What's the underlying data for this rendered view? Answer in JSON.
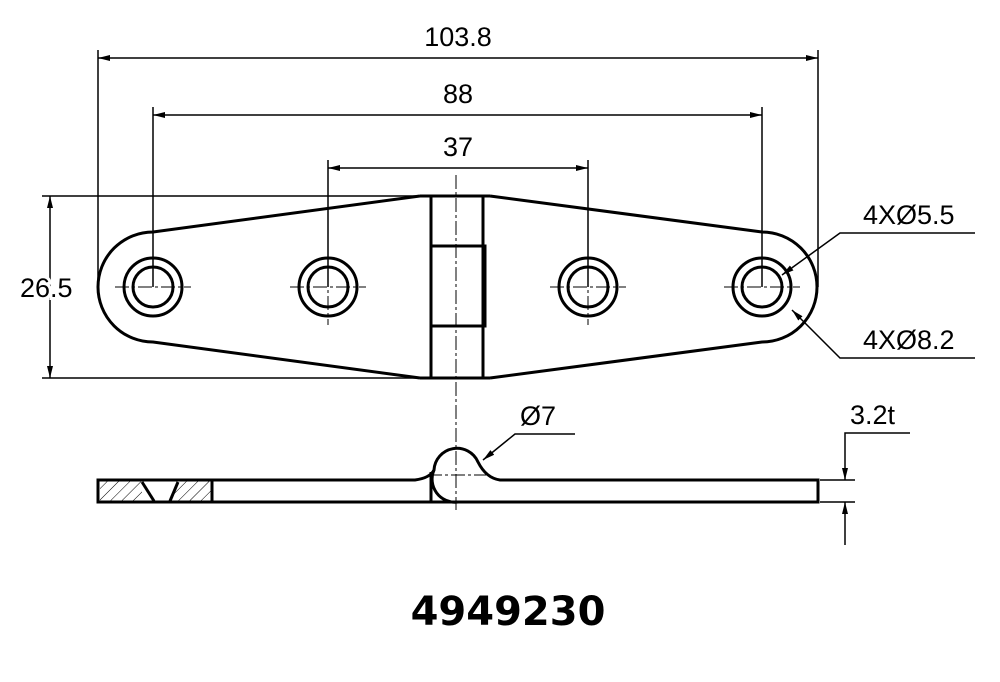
{
  "dimensions": {
    "overall_length": "103.8",
    "hole_span_outer": "88",
    "hole_span_inner": "37",
    "width": "26.5",
    "hole_small": "4XØ5.5",
    "hole_large": "4XØ8.2",
    "knuckle_diameter": "Ø7",
    "thickness": "3.2t"
  },
  "part_number": "4949230"
}
